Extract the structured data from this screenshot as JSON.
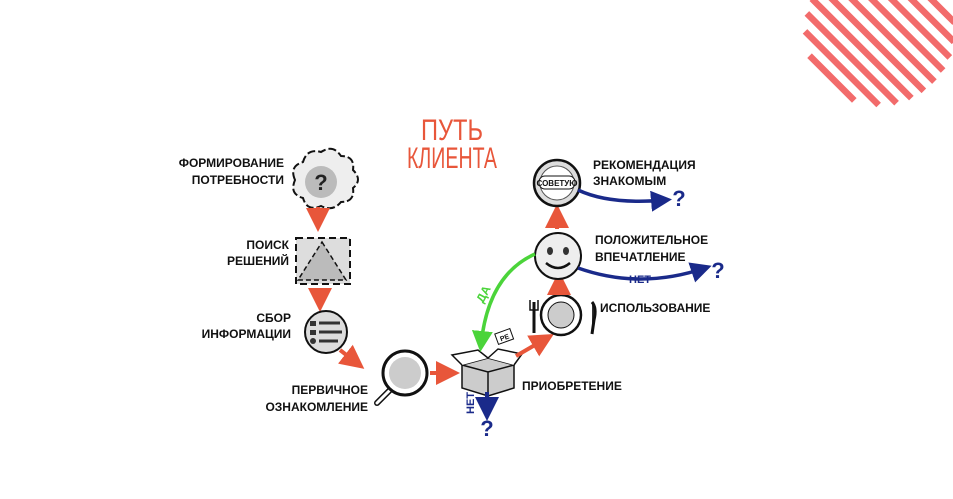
{
  "title": {
    "line1": "ПУТЬ",
    "line2": "КЛИЕНТА"
  },
  "steps": {
    "need": {
      "line1": "ФОРМИРОВАНИЕ",
      "line2": "ПОТРЕБНОСТИ",
      "icon": "question-cloud-icon"
    },
    "search": {
      "line1": "ПОИСК",
      "line2": "РЕШЕНИЙ",
      "icon": "dashed-triangle-icon"
    },
    "info": {
      "line1": "СБОР",
      "line2": "ИНФОРМАЦИИ",
      "icon": "document-circle-icon"
    },
    "first": {
      "line1": "ПЕРВИЧНОЕ",
      "line2": "ОЗНАКОМЛЕНИЕ",
      "icon": "magnifier-icon"
    },
    "purchase": {
      "line1": "ПРИОБРЕТЕНИЕ",
      "icon": "box-icon",
      "tag": "PE"
    },
    "usage": {
      "line1": "ИСПОЛЬЗОВАНИЕ",
      "icon": "plate-icon"
    },
    "impression": {
      "line1": "ПОЛОЖИТЕЛЬНОЕ",
      "line2": "ВПЕЧАТЛЕНИЕ",
      "icon": "smiley-icon"
    },
    "recommend": {
      "line1": "РЕКОМЕНДАЦИЯ",
      "line2": "ЗНАКОМЫМ",
      "icon": "coin-icon",
      "coin_text": "СОВЕТУЮ"
    }
  },
  "branches": {
    "yes": "ДА",
    "no": "НЕТ",
    "unknown": "?"
  },
  "colors": {
    "red": "#e8563a",
    "blue": "#1a2a8a",
    "green": "#4bd43a",
    "stripes": "#f26b6b"
  }
}
